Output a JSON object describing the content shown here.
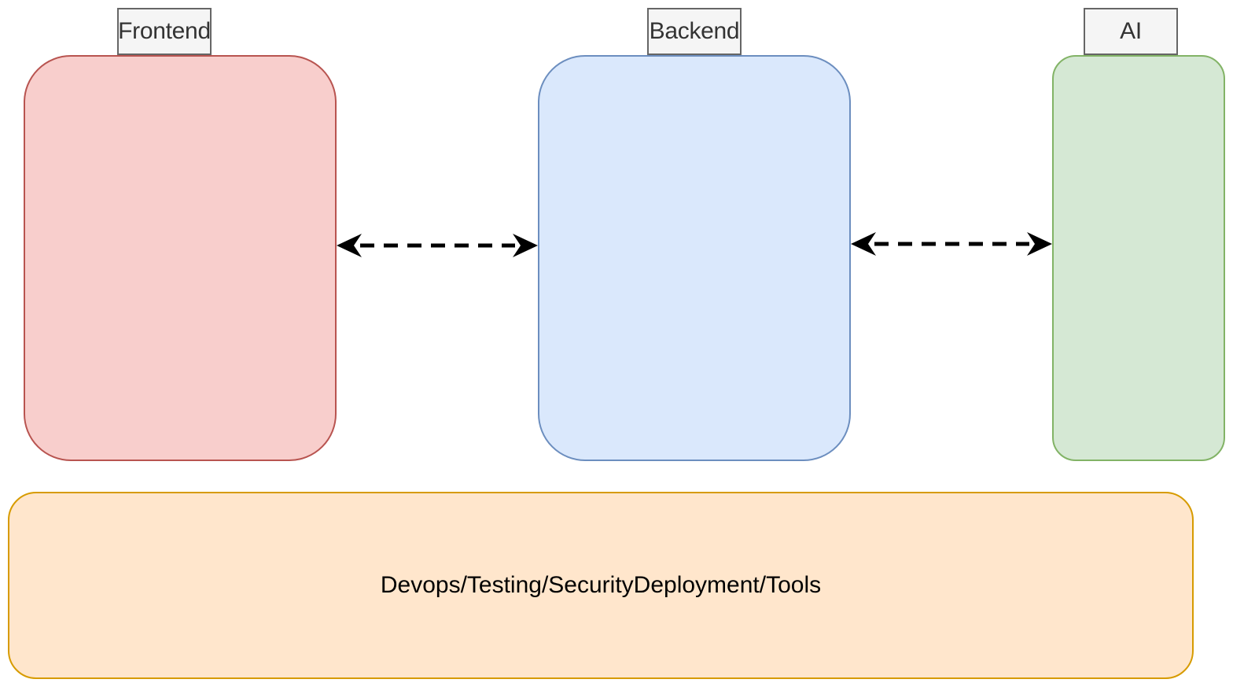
{
  "colors": {
    "frontend_fill": "#f8cecc",
    "frontend_stroke": "#b85450",
    "backend_fill": "#dae8fc",
    "backend_stroke": "#6c8ebf",
    "ai_fill": "#d5e8d4",
    "ai_stroke": "#82b366",
    "devops_fill": "#ffe6cc",
    "devops_stroke": "#d79b00",
    "tab_fill": "#f5f5f5",
    "tab_stroke": "#666666",
    "connector": "#000000"
  },
  "nodes": [
    {
      "id": "frontend",
      "label": "Frontend"
    },
    {
      "id": "backend",
      "label": "Backend"
    },
    {
      "id": "ai",
      "label": "AI"
    },
    {
      "id": "devops",
      "label": "Devops/Testing/SecurityDeployment/Tools"
    }
  ],
  "edges": [
    {
      "from": "frontend",
      "to": "backend",
      "style": "dashed",
      "arrows": "both"
    },
    {
      "from": "backend",
      "to": "ai",
      "style": "dashed",
      "arrows": "both"
    }
  ]
}
